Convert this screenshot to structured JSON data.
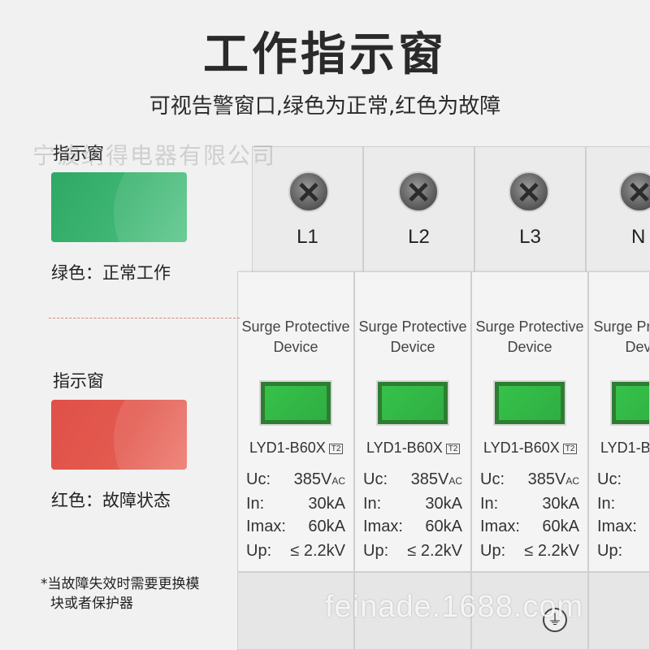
{
  "header": {
    "title": "工作指示窗",
    "subtitle": "可视告警窗口,绿色为正常,红色为故障"
  },
  "watermarks": {
    "company": "宁波纳得电器有限公司",
    "website": "feinade.1688.com"
  },
  "indicators": [
    {
      "caption": "指示窗",
      "color": "#3cb36f",
      "status": "绿色：正常工作"
    },
    {
      "caption": "指示窗",
      "color": "#e3574d",
      "status": "红色：故障状态"
    }
  ],
  "note": {
    "line1": "*当故障失效时需要更换模",
    "line2": "块或者保护器"
  },
  "terminals": [
    "L1",
    "L2",
    "L3",
    "N"
  ],
  "module": {
    "brand_line1": "Surge Protective",
    "brand_line2": "Device",
    "model": "LYD1-B60X",
    "model_code": "T2",
    "uc_label": "Uc:",
    "uc_value": "385V",
    "uc_unit": "AC",
    "in_label": "In:",
    "in_value": "30kA",
    "imax_label": "Imax:",
    "imax_value": "60kA",
    "up_label": "Up:",
    "up_value": "≤ 2.2kV"
  },
  "colors": {
    "normal_green": "#3cb36f",
    "fault_red": "#e3574d",
    "window_green": "#34bd48"
  }
}
